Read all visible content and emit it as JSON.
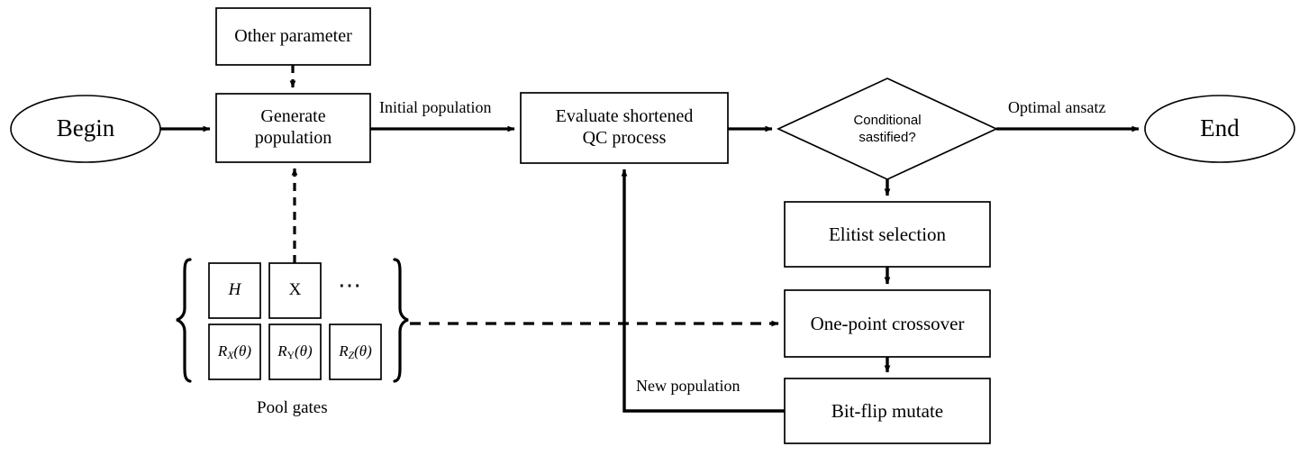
{
  "diagram": {
    "title": "Genetic-algorithm ansatz search flowchart",
    "colors": {
      "stroke": "#000000",
      "background": "#ffffff",
      "text": "#000000"
    },
    "nodes": {
      "begin": {
        "label": "Begin",
        "shape": "ellipse"
      },
      "end": {
        "label": "End",
        "shape": "ellipse"
      },
      "other_parameter": {
        "label": "Other parameter",
        "shape": "rect"
      },
      "generate_population": {
        "label": "Generate\npopulation",
        "shape": "rect"
      },
      "evaluate": {
        "label": "Evaluate shortened\nQC process",
        "shape": "rect"
      },
      "decision": {
        "label": "Conditional\nsastified?",
        "shape": "diamond"
      },
      "elitist_selection": {
        "label": "Elitist selection",
        "shape": "rect"
      },
      "one_point_crossover": {
        "label": "One-point crossover",
        "shape": "rect"
      },
      "bit_flip_mutate": {
        "label": "Bit-flip mutate",
        "shape": "rect"
      }
    },
    "edge_labels": {
      "initial_population": "Initial population",
      "optimal_ansatz": "Optimal ansatz",
      "new_population": "New population"
    },
    "gate_pool": {
      "caption": "Pool gates",
      "row1": [
        {
          "name": "hadamard-gate",
          "html": "<span class=\"it\">H</span>"
        },
        {
          "name": "pauli-x-gate",
          "html": "<span class=\"up\">X</span>"
        }
      ],
      "ellipsis": "⋯",
      "row2": [
        {
          "name": "rx-gate",
          "html": "R<sub><i>X</i></sub>(θ)"
        },
        {
          "name": "ry-gate",
          "html": "R<sub class=\"up\">Y</sub>(θ)"
        },
        {
          "name": "rz-gate",
          "html": "R<sub><i>Z</i></sub>(θ)"
        }
      ],
      "labels_plain": [
        "H",
        "X",
        "⋯",
        "R_X(θ)",
        "R_Y(θ)",
        "R_Z(θ)"
      ]
    }
  }
}
